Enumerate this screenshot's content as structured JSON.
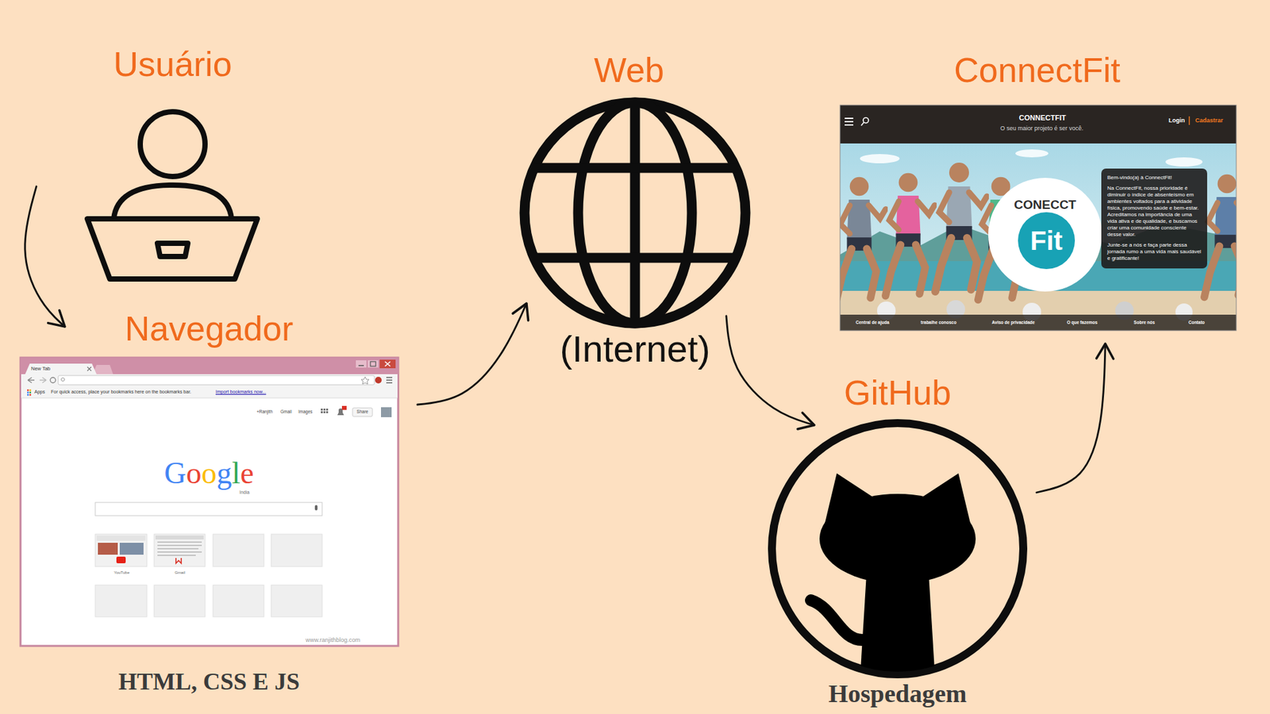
{
  "diagram": {
    "nodes": [
      {
        "text": [
          "Usuário"
        ]
      },
      {
        "text": [
          "Navegador",
          "HTML, CSS E JS"
        ]
      },
      {
        "text": [
          "Web",
          "(Internet)"
        ]
      },
      {
        "text": [
          "GitHub",
          "Hospedagem"
        ]
      },
      {
        "text": [
          "ConnectFit"
        ]
      },
      {
        "text": [
          "CONNECTFIT",
          "O seu maior projeto é ser você.",
          "Login",
          "Cadastrar"
        ],
        "in": 4
      },
      {
        "text": [
          "CONECCT",
          "Fit"
        ],
        "in": 4
      },
      {
        "text": [
          "Bem-vindo(a) à ConnectFit!",
          "Na ConnectFit, nossa prioridade é diminuir o índice de absenteísmo em ambientes voltados para a atividade física, promovendo saúde e bem-estar. Acreditamos na importância de uma vida ativa e de qualidade, e buscamos criar uma comunidade consciente desse valor.",
          "Junte-se a nós e faça parte dessa jornada rumo a uma vida mais saudável e gratificante!"
        ],
        "in": 4
      }
    ],
    "edges": [
      {
        "from": 0,
        "to": 1,
        "arrow": "to"
      },
      {
        "from": 1,
        "to": 2,
        "arrow": "to"
      },
      {
        "from": 2,
        "to": 3,
        "arrow": "to"
      },
      {
        "from": 3,
        "to": 4,
        "arrow": "to"
      }
    ],
    "labels": [
      "New Tab",
      "Apps",
      "For quick access, place your bookmarks here on the bookmarks bar.",
      "Import bookmarks now...",
      "+Ranjith",
      "Gmail",
      "Images",
      "Share",
      "Google",
      "India",
      "YouTube",
      "Gmail",
      "www.ranjithblog.com",
      "Central de ajuda",
      "trabalhe conosco",
      "Aviso de privacidade",
      "O que fazemos",
      "Sobre nós",
      "Contato"
    ]
  }
}
